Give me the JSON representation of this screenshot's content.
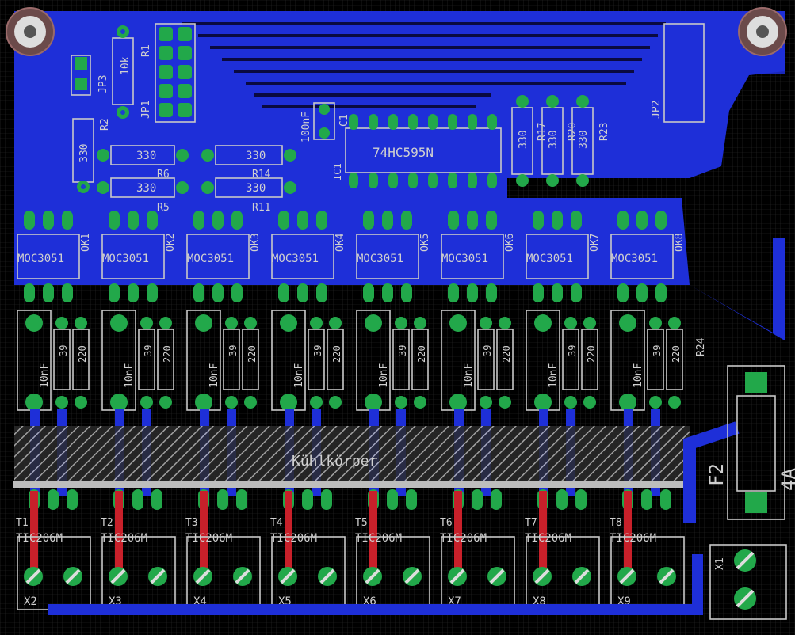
{
  "board": {
    "colors": {
      "background": "#000000",
      "copper_bottom": "#2026c8",
      "copper_top": "#c8202a",
      "pads": "#22a84a",
      "silkscreen": "#c8c8c8",
      "grid": "#2a2a2a"
    },
    "header_left": "JP1",
    "header_right": "JP2",
    "jumper": "JP3",
    "r1_label": "R1",
    "r1_value": "10k",
    "r2_label": "R2",
    "r2_value": "330",
    "r5_label": "R5",
    "r5_value": "330",
    "r6_label": "R6",
    "r6_value": "330",
    "r11_label": "R11",
    "r11_value": "330",
    "r14_label": "R14",
    "r14_value": "330",
    "r17_label": "R17",
    "r17_value": "330",
    "r20_label": "R20",
    "r20_value": "330",
    "r23_label": "R23",
    "r23_value": "330",
    "r24_label": "R24",
    "c1_label": "C1",
    "c1_value": "100nF",
    "ic_label": "IC1",
    "ic_value": "74HC595N",
    "heatsink_label": "Kühlkörper",
    "fuse_label": "F2",
    "fuse_value": "4A",
    "power_label": "X1",
    "opto_value": "MOC3051",
    "triac_value": "TIC206M",
    "cap_value": "10nF",
    "res_low_value": "39",
    "res_high_value": "220",
    "channels": [
      {
        "ok": "OK1",
        "t": "T1",
        "x": "X2"
      },
      {
        "ok": "OK2",
        "t": "T2",
        "x": "X3"
      },
      {
        "ok": "OK3",
        "t": "T3",
        "x": "X4"
      },
      {
        "ok": "OK4",
        "t": "T4",
        "x": "X5"
      },
      {
        "ok": "OK5",
        "t": "T5",
        "x": "X6"
      },
      {
        "ok": "OK6",
        "t": "T6",
        "x": "X7"
      },
      {
        "ok": "OK7",
        "t": "T7",
        "x": "X8"
      },
      {
        "ok": "OK8",
        "t": "T8",
        "x": "X9"
      }
    ]
  }
}
